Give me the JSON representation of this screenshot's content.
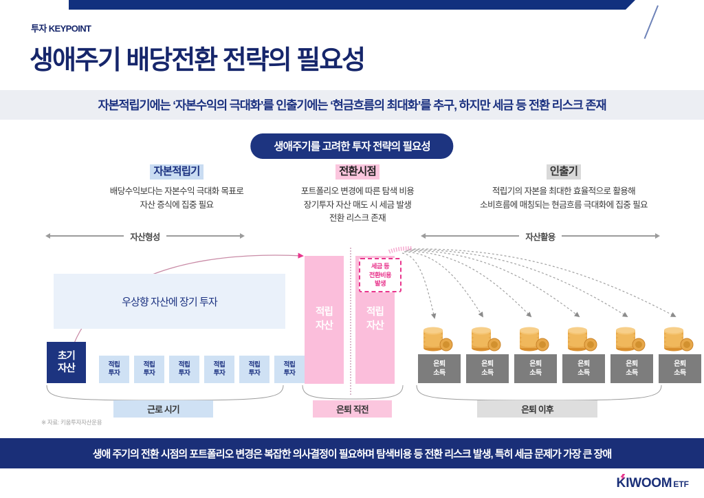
{
  "header": {
    "eyebrow": "투자 KEYPOINT",
    "title": "생애주기 배당전환 전략의 필요성",
    "subtitle": "자본적립기에는 ‘자본수익의 극대화’를 인출기에는 ‘현금흐름의 최대화’를 추구, 하지만 세금 등 전환 리스크 존재"
  },
  "badge": {
    "label": "생애주기를 고려한 투자 전략의 필요성"
  },
  "columns": [
    {
      "id": "accumulation",
      "head": "자본적립기",
      "highlight": "#c9dcf2",
      "lines": [
        "배당수익보다는 자본수익 극대화 목표로",
        "자산 증식에 집중 필요"
      ]
    },
    {
      "id": "switch-point",
      "head": "전환시점",
      "highlight": "#fbc6de",
      "lines": [
        "포트폴리오 변경에 따른 탐색 비용",
        "장기투자 자산 매도 시 세금 발생",
        "전환 리스크 존재"
      ]
    },
    {
      "id": "drawdown",
      "head": "인출기",
      "highlight": "#d9d9d9",
      "lines": [
        "적립기의 자본을 최대한 효율적으로 활용해",
        "소비흐름에 매칭되는 현금흐름 극대화에 집중 필요"
      ]
    }
  ],
  "ranges": [
    {
      "id": "asset-formation",
      "label": "자산형성"
    },
    {
      "id": "asset-utilization",
      "label": "자산활용"
    }
  ],
  "chart_data": {
    "type": "diagram",
    "title": "생애주기 자산 축적·전환·인출 다이어그램",
    "panel_note": "우상향 자산에 장기 투자",
    "initial_asset": {
      "label_line1": "초기",
      "label_line2": "자산",
      "color": "#1d3480"
    },
    "contributions": {
      "label_line1": "적립",
      "label_line2": "투자",
      "color": "#cfe1f4",
      "count": 6,
      "items": [
        "적립 투자",
        "적립 투자",
        "적립 투자",
        "적립 투자",
        "적립 투자",
        "적립 투자"
      ]
    },
    "accumulated_bars": {
      "label_line1": "적립",
      "label_line2": "자산",
      "color": "#fbbedb",
      "count": 2
    },
    "tax_callout": {
      "lines": [
        "세금 등",
        "전환비용",
        "발생"
      ],
      "border_color": "#e8358c"
    },
    "retirement_income": {
      "label_line1": "은퇴",
      "label_line2": "소득",
      "color": "#7d7d7d",
      "count": 6,
      "coin_stacks": 6
    },
    "phase_labels": [
      {
        "id": "working",
        "label": "근로 시기",
        "color": "#cfe1f4"
      },
      {
        "id": "pre-retire",
        "label": "은퇴 직전",
        "color": "#fbc6de"
      },
      {
        "id": "post-retire",
        "label": "은퇴 이후",
        "color": "#dedede"
      }
    ]
  },
  "footnote": "※ 자료: 키움투자자산운용",
  "footer": {
    "message": "생애 주기의 전환 시점의 포트폴리오 변경은 복잡한 의사결정이 필요하며 탐색비용 등 전환 리스크 발생, 특히 세금 문제가 가장 큰 장애"
  },
  "logo": {
    "letter": "K",
    "word": "IWOOM",
    "suffix": "ETF"
  }
}
